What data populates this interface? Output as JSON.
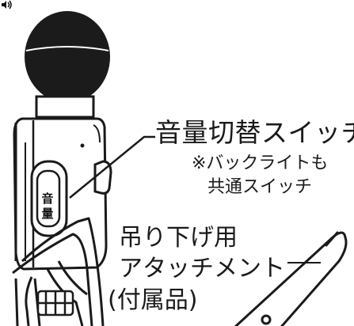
{
  "labels": {
    "switch_title": "音量切替スイッチ",
    "switch_note_line1": "※バックライトも",
    "switch_note_line2": "共通スイッチ",
    "attachment_line1": "吊り下げ用",
    "attachment_line2": "アタッチメント",
    "attachment_line3": "(付属品)"
  },
  "button": {
    "char1": "音",
    "char2": "量",
    "icon": "speaker-icon"
  },
  "colors": {
    "outline": "#1a1a1a",
    "ball": "#1b1b1b",
    "background": "#ffffff"
  }
}
